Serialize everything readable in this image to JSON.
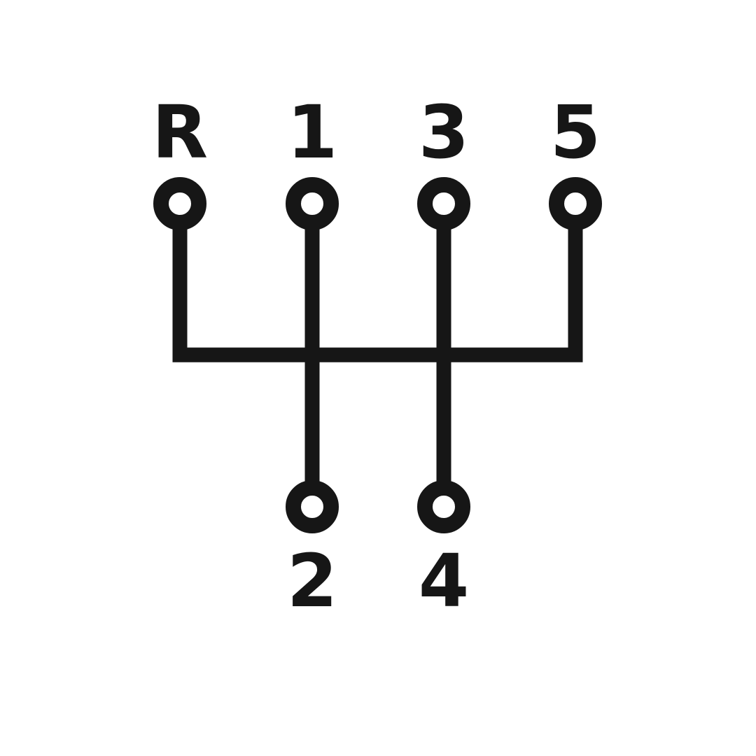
{
  "colors": {
    "ink": "#161616",
    "background": "#ffffff"
  },
  "gears": {
    "reverse": "R",
    "first": "1",
    "second": "2",
    "third": "3",
    "fourth": "4",
    "fifth": "5"
  }
}
